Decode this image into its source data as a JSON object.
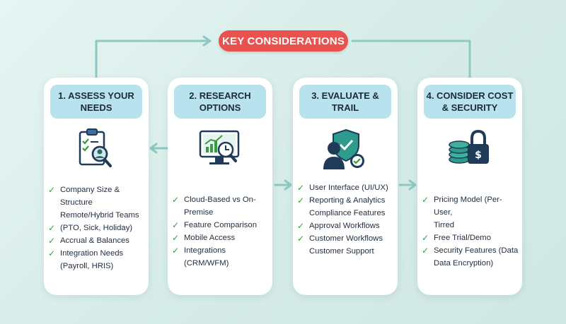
{
  "title": "KEY CONSIDERATIONS",
  "colors": {
    "title_bg": "#e8534f",
    "card_header_bg": "#b8e2ee",
    "check": "#3a9a3e",
    "connector": "#8cc9c2"
  },
  "cards": [
    {
      "heading": "1. ASSESS YOUR\nNEEDS",
      "icon": "clipboard-magnifier-icon",
      "items": [
        "Company Size &\nStructure",
        "Remote/Hybrid Teams",
        "(PTO, Sick, Holiday)",
        "Accrual & Balances",
        "Integration Needs\n(Payroll, HRIS)"
      ],
      "checked": [
        true,
        false,
        true,
        true,
        true
      ]
    },
    {
      "heading": "2. RESEARCH\nOPTIONS",
      "icon": "monitor-chart-clock-icon",
      "items": [
        "Cloud-Based vs On-Premise",
        "Feature Comparison",
        "Mobile Access",
        "Integrations (CRM/WFM)"
      ],
      "checked": [
        true,
        true,
        true,
        true
      ]
    },
    {
      "heading": "3. EVALUATE &\nTRAIL",
      "icon": "user-shield-gear-icon",
      "items": [
        "User Interface (UI/UX)",
        "Reporting & Analytics",
        "Compliance Features",
        "Approval Workflows",
        "Customer Workflows",
        "Customer Support"
      ],
      "checked": [
        true,
        true,
        false,
        true,
        true,
        false
      ]
    },
    {
      "heading": "4. CONSIDER COST\n& SECURITY",
      "icon": "coins-padlock-icon",
      "items": [
        "Pricing Model (Per-User,\nTirred",
        "Free Trial/Demo",
        "Security Features (Data\nData Encryption)"
      ],
      "checked": [
        true,
        true,
        true
      ]
    }
  ]
}
